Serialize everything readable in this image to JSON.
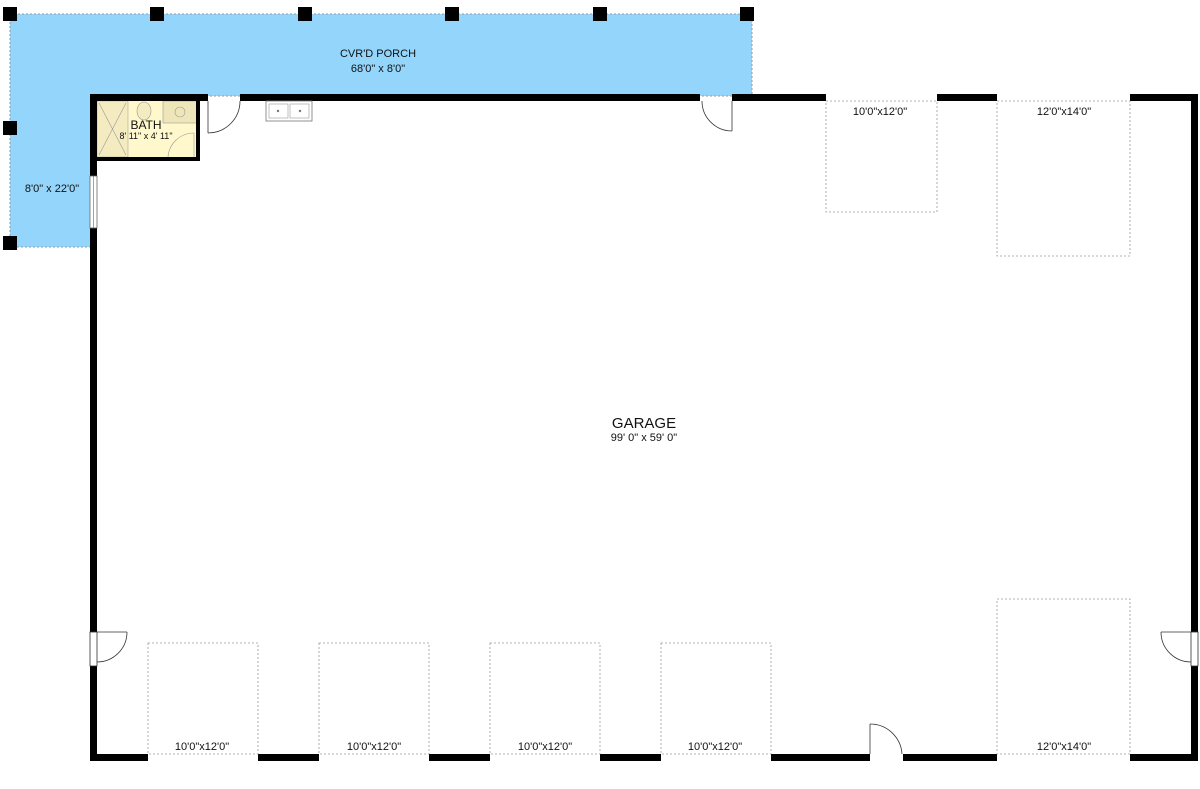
{
  "colors": {
    "porch_fill": "#93d5fb",
    "wall": "#000000",
    "bath_fill": "#fff8cc",
    "dashed": "#9a9a9a"
  },
  "porch": {
    "name": "CVR'D PORCH",
    "dims": "68'0\" x 8'0\"",
    "side_dims": "8'0\" x 22'0\""
  },
  "bath": {
    "name": "BATH",
    "dims": "8' 11\" x 4' 11\""
  },
  "garage": {
    "name": "GARAGE",
    "dims": "99' 0\" x 59' 0\""
  },
  "doors": {
    "top_1": "10'0\"x12'0\"",
    "top_2": "12'0\"x14'0\"",
    "bottom_1": "10'0\"x12'0\"",
    "bottom_2": "10'0\"x12'0\"",
    "bottom_3": "10'0\"x12'0\"",
    "bottom_4": "10'0\"x12'0\"",
    "bottom_5": "12'0\"x14'0\""
  }
}
